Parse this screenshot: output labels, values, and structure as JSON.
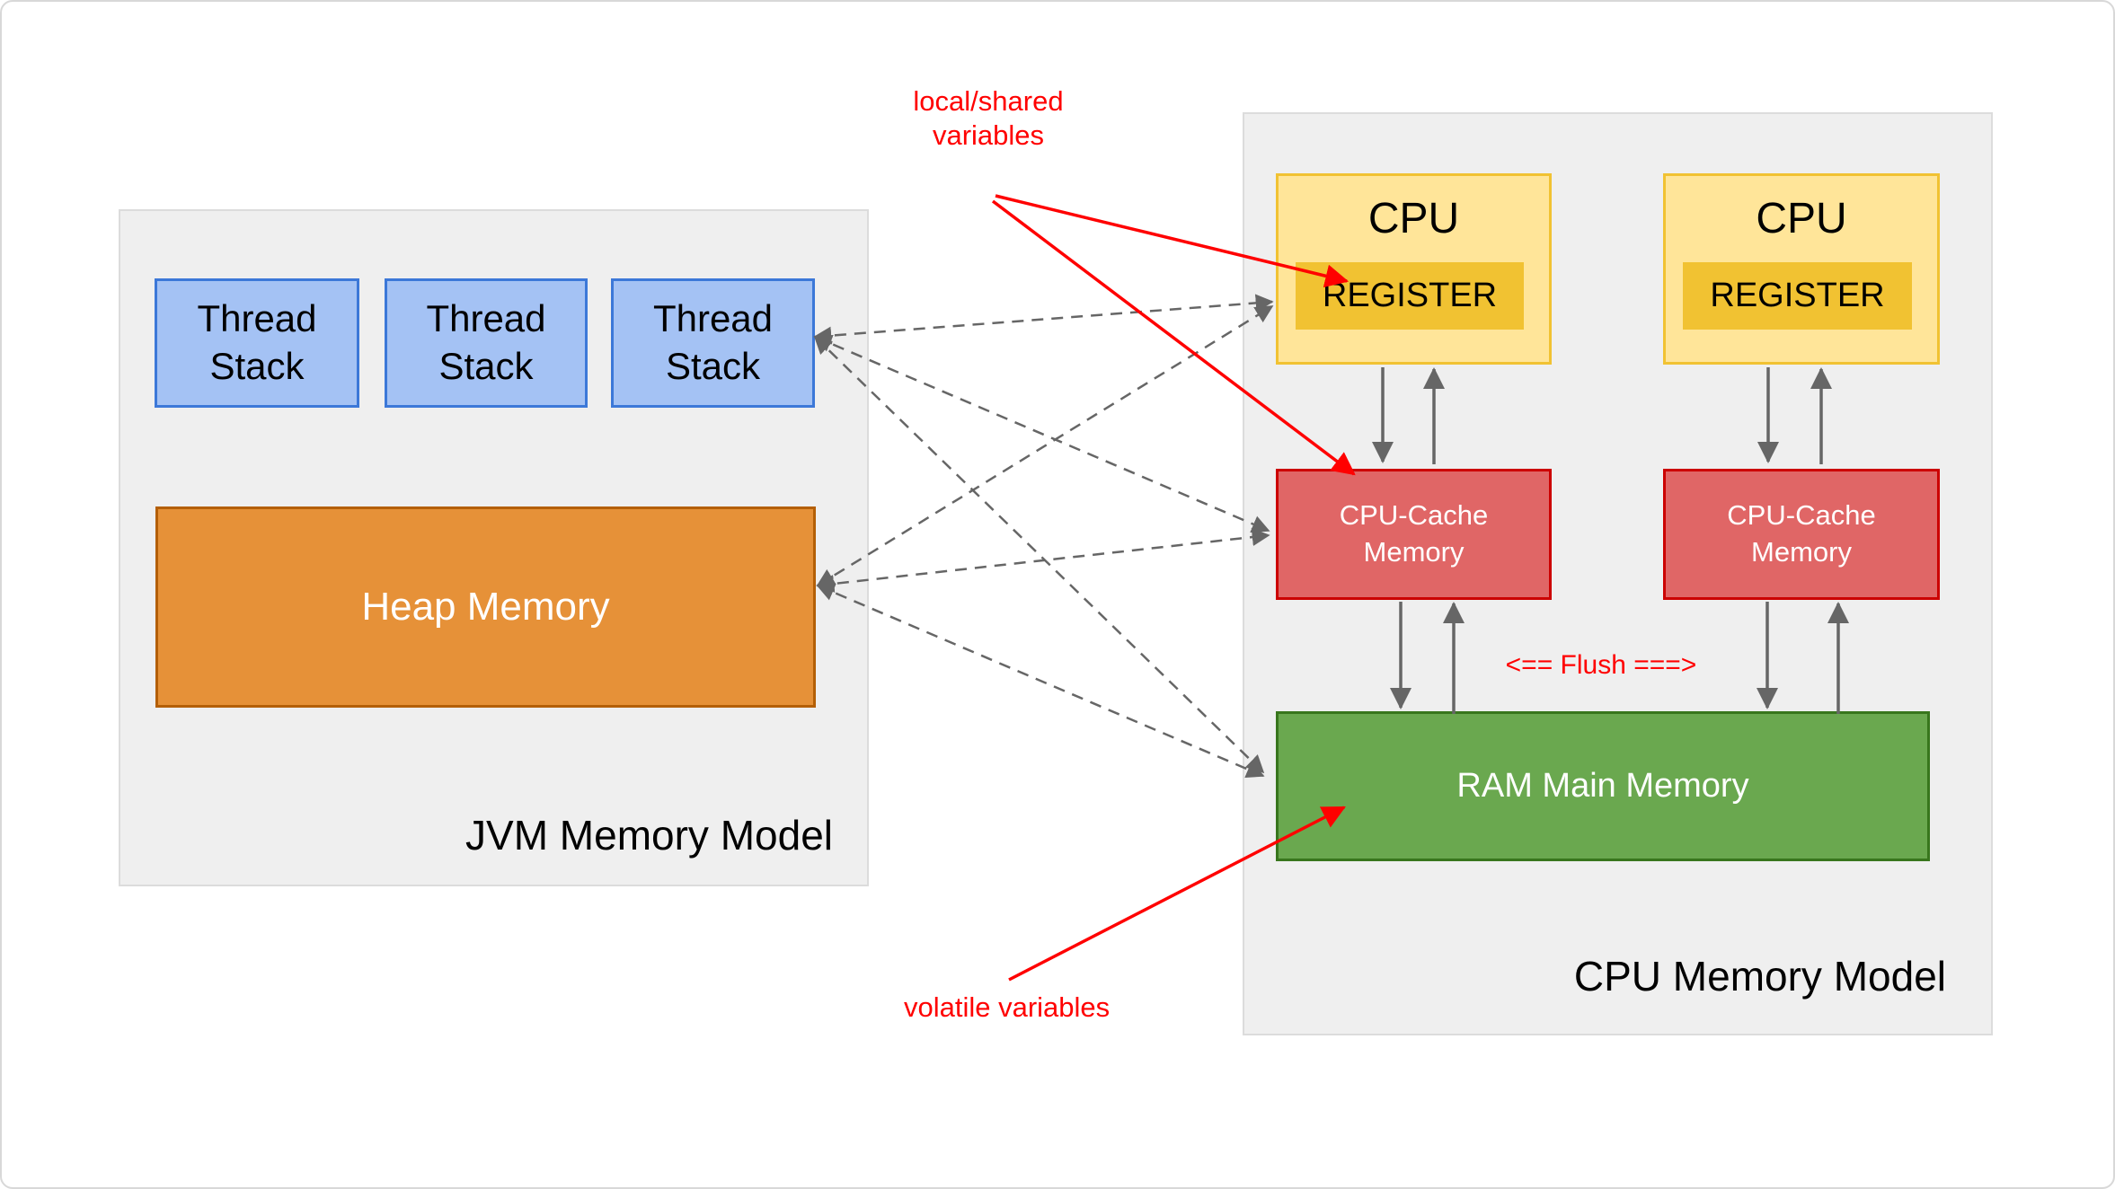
{
  "jvm_model": {
    "title": "JVM Memory Model",
    "thread_stacks": [
      {
        "label": "Thread Stack"
      },
      {
        "label": "Thread Stack"
      },
      {
        "label": "Thread Stack"
      }
    ],
    "heap": {
      "label": "Heap Memory"
    }
  },
  "cpu_model": {
    "title": "CPU Memory Model",
    "cpus": [
      {
        "label": "CPU",
        "register": "REGISTER"
      },
      {
        "label": "CPU",
        "register": "REGISTER"
      }
    ],
    "caches": [
      {
        "label": "CPU-Cache Memory"
      },
      {
        "label": "CPU-Cache Memory"
      }
    ],
    "ram": {
      "label": "RAM Main Memory"
    }
  },
  "annotations": {
    "local_shared": "local/shared variables",
    "volatile": "volatile variables",
    "flush": "<== Flush ===>"
  },
  "colors": {
    "thread_fill": "#a4c2f4",
    "thread_border": "#3c78d8",
    "heap_fill": "#e69138",
    "heap_border": "#b45f06",
    "cpu_fill": "#ffe599",
    "cpu_border": "#f1c232",
    "register_fill": "#f1c232",
    "cache_fill": "#e06666",
    "cache_border": "#cc0000",
    "ram_fill": "#6aa84f",
    "ram_border": "#38761d",
    "panel_fill": "#efefef",
    "arrow_gray": "#666666",
    "annotation_red": "#ff0000"
  }
}
